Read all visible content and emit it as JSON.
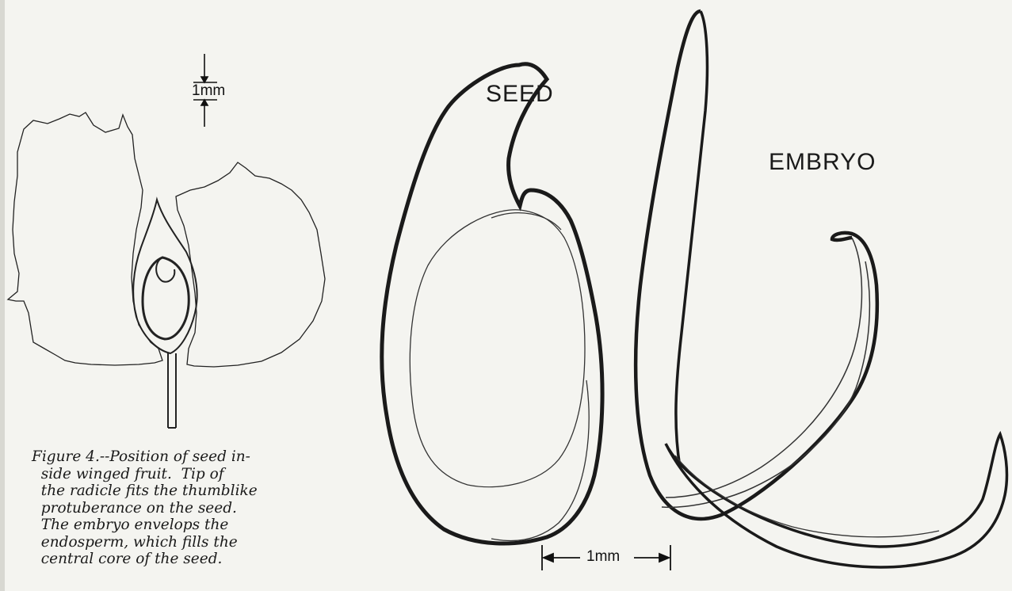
{
  "labels": {
    "seed": "SEED",
    "embryo": "EMBRYO",
    "scale_top": "1mm",
    "scale_bottom": "1mm"
  },
  "caption": {
    "lines": [
      "Figure 4.--Position of seed in-",
      "  side winged fruit.  Tip of",
      "  the radicle fits the thumblike",
      "  protuberance on the seed.",
      "  The embryo envelops the",
      "  endosperm, which fills the",
      "  central core of the seed."
    ]
  }
}
